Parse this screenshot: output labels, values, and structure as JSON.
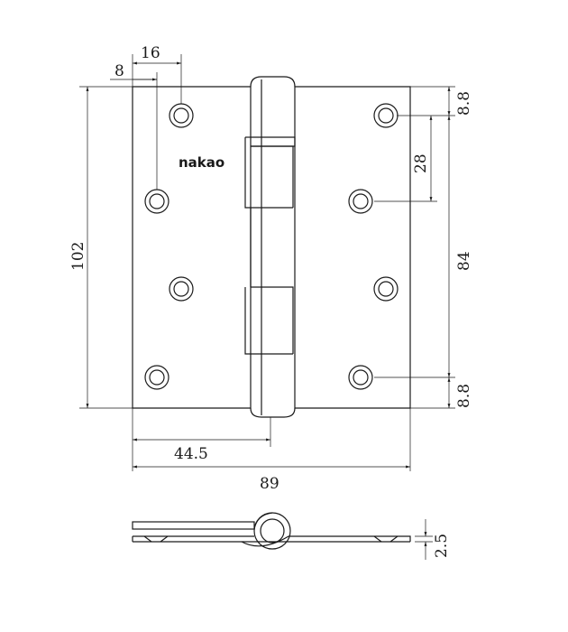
{
  "brand": "nakao",
  "dimensions": {
    "top_hole_spacing": "16",
    "hole_offset": "8",
    "height": "102",
    "top_margin": "8.8",
    "hole_pitch": "28",
    "hole_span": "84",
    "bottom_margin": "8.8",
    "half_width": "44.5",
    "total_width": "89",
    "thickness": "2.5"
  }
}
